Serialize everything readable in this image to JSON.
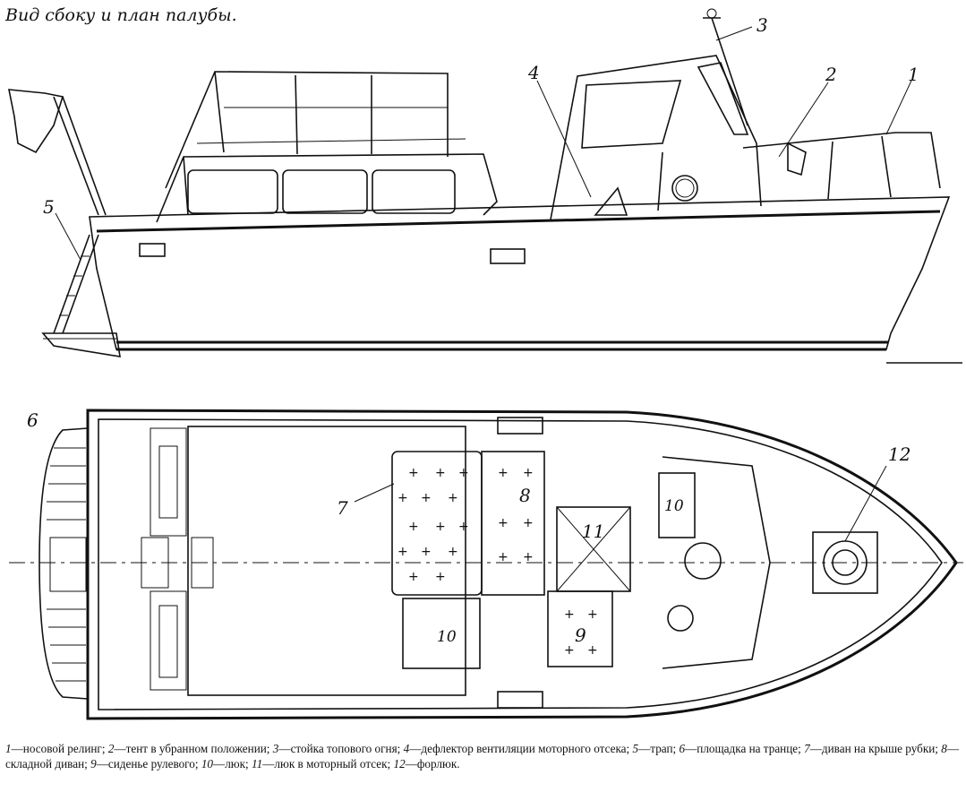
{
  "title": "Вид сбоку и план палубы.",
  "side_view_labels": [
    "5",
    "4",
    "3",
    "2",
    "1"
  ],
  "plan_view_labels": [
    "6",
    "7",
    "8",
    "10",
    "11",
    "9",
    "10",
    "12"
  ],
  "legend": [
    {
      "num": "1",
      "text": "носовой релинг;"
    },
    {
      "num": "2",
      "text": "тент в убранном положении;"
    },
    {
      "num": "3",
      "text": "стойка топового огня;"
    },
    {
      "num": "4",
      "text": "дефлектор вентиляции моторного отсека;"
    },
    {
      "num": "5",
      "text": "трап;"
    },
    {
      "num": "6",
      "text": "площадка на транце;"
    },
    {
      "num": "7",
      "text": "диван на крыше рубки;"
    },
    {
      "num": "8",
      "text": "складной диван;"
    },
    {
      "num": "9",
      "text": "сиденье рулевого;"
    },
    {
      "num": "10",
      "text": "люк;"
    },
    {
      "num": "11",
      "text": "люк в моторный отсек;"
    },
    {
      "num": "12",
      "text": "форлюк."
    }
  ]
}
